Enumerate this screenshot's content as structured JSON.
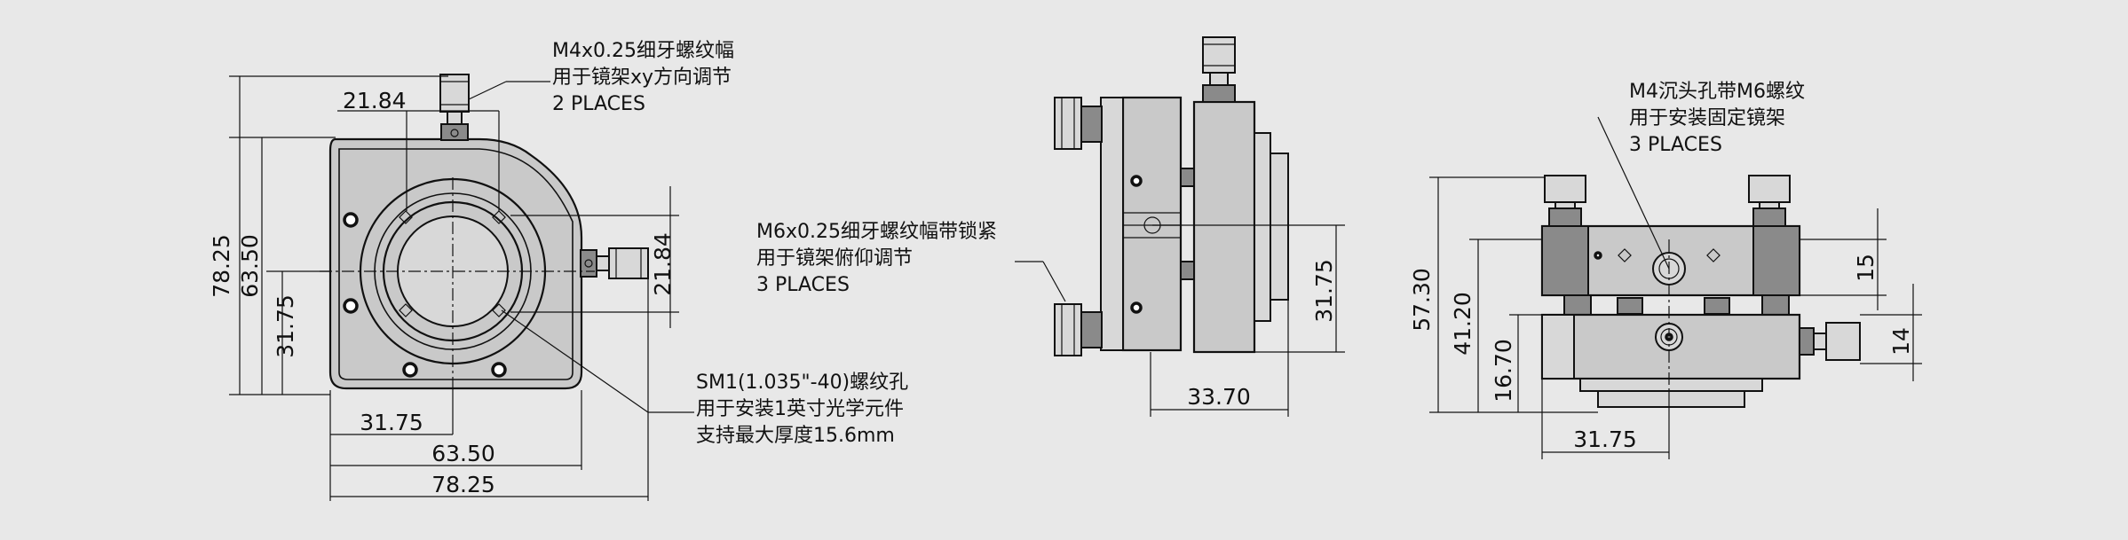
{
  "front_view": {
    "dims": {
      "top_width": "21.84",
      "height_total": "78.25",
      "height_body": "63.50",
      "height_center": "31.75",
      "right_height": "21.84",
      "bottom_center": "31.75",
      "bottom_body": "63.50",
      "bottom_total": "78.25"
    },
    "note_top": [
      "M4x0.25细牙螺纹幅",
      "用于镜架xy方向调节",
      "2 PLACES"
    ],
    "note_bottom": [
      "SM1(1.035\"-40)螺纹孔",
      "用于安装1英寸光学元件",
      "支持最大厚度15.6mm"
    ]
  },
  "side_view": {
    "dims": {
      "height_center": "31.75",
      "depth": "33.70"
    },
    "note": [
      "M6x0.25细牙螺纹幅带锁紧",
      "用于镜架俯仰调节",
      "3 PLACES"
    ]
  },
  "top_view": {
    "dims": {
      "height_total": "57.30",
      "height_mid": "41.20",
      "height_low": "16.70",
      "right_upper": "15",
      "right_lower": "14",
      "bottom_center": "31.75"
    },
    "note": [
      "M4沉头孔带M6螺纹",
      "用于安装固定镜架",
      "3 PLACES"
    ]
  }
}
